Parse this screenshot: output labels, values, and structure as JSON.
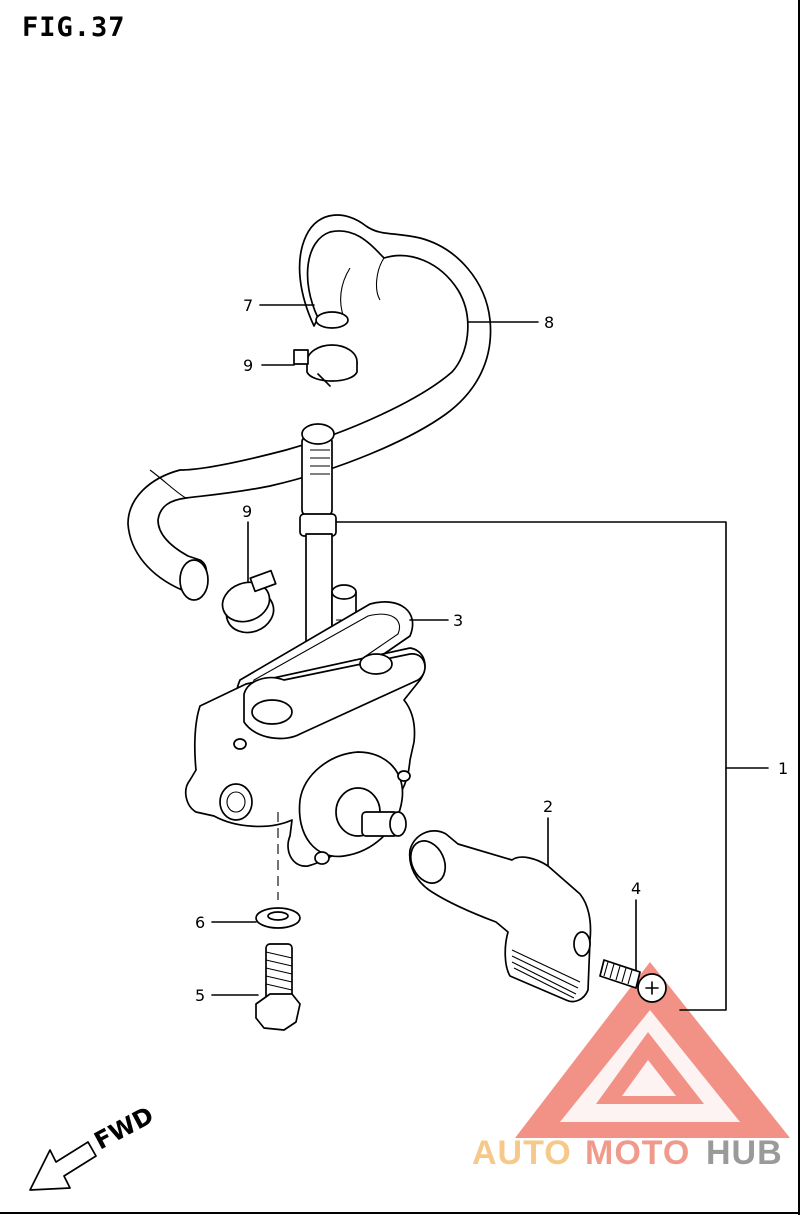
{
  "figure": {
    "title": "FIG.37"
  },
  "callouts": [
    {
      "id": "1",
      "label": "1"
    },
    {
      "id": "2",
      "label": "2"
    },
    {
      "id": "3",
      "label": "3"
    },
    {
      "id": "4",
      "label": "4"
    },
    {
      "id": "5",
      "label": "5"
    },
    {
      "id": "6",
      "label": "6"
    },
    {
      "id": "7",
      "label": "7"
    },
    {
      "id": "8",
      "label": "8"
    },
    {
      "id": "9a",
      "label": "9"
    },
    {
      "id": "9b",
      "label": "9"
    }
  ],
  "direction": {
    "label": "FWD"
  },
  "watermark": {
    "word_1": "AUTO",
    "word_2": "MOTO",
    "word_3": "HUB",
    "colors": {
      "auto": "#f6c98a",
      "moto": "#f09a8c",
      "hub": "#9a9a9a",
      "triangle": "#f07f72"
    }
  }
}
